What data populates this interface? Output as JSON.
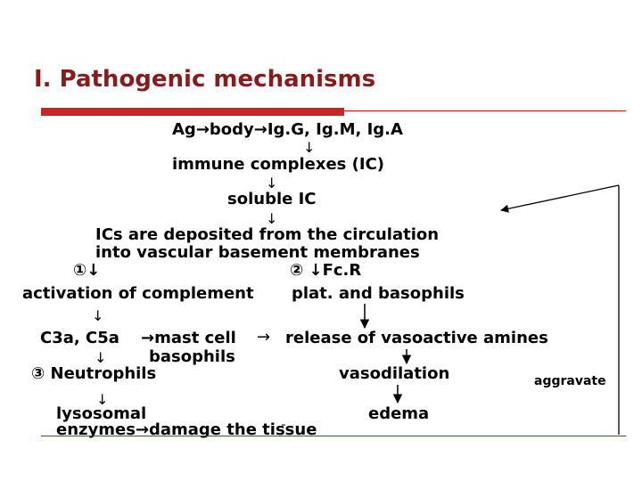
{
  "title": "I. Pathogenic mechanisms",
  "line1": "Ag→body→Ig.G, Ig.M, Ig.A",
  "line2": "immune complexes (IC)",
  "line3": "soluble IC",
  "line4a": "ICs are deposited from the circulation",
  "line4b": "into vascular basement membranes",
  "mark1": "①↓",
  "mark2": "② ↓Fc.R",
  "left_branch": "activation of complement",
  "right_branch": "plat. and basophils",
  "c3a": "C3a, C5a",
  "mast": "→mast cell",
  "basophils": "basophils",
  "release": "release of vasoactive amines",
  "neutro": "③ Neutrophils",
  "vasodilation": "vasodilation",
  "aggravate": "aggravate",
  "lysosomal": "lysosomal",
  "enzymes": "enzymes→damage the tissue",
  "edema": "edema",
  "arrows": {
    "down": "↓",
    "right": "→"
  },
  "colors": {
    "title": "#8b1a1a",
    "accent_bar": "#d0202a",
    "rule": "#c8141c"
  }
}
